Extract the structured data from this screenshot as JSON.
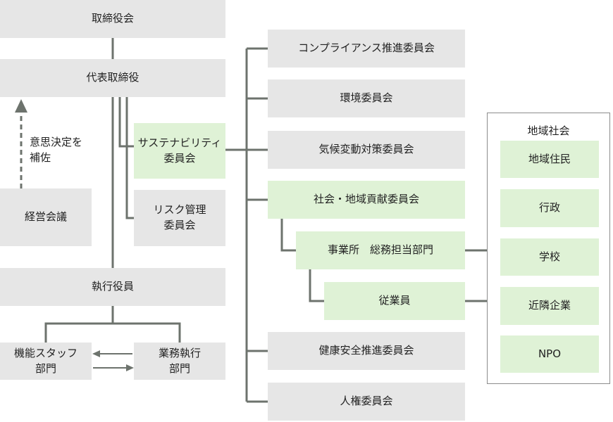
{
  "nodes": {
    "board": "取締役会",
    "president": "代表取締役",
    "advice_label": "意思決定を\n補佐",
    "management_meeting": "経営会議",
    "sustainability_committee": "サステナビリティ\n委員会",
    "risk_committee": "リスク管理\n委員会",
    "executive_officers": "執行役員",
    "staff_depts": "機能スタッフ\n部門",
    "business_depts": "業務執行\n部門"
  },
  "committees": {
    "compliance": "コンプライアンス推進委員会",
    "environment": "環境委員会",
    "climate": "気候変動対策委員会",
    "social": "社会・地域貢献委員会",
    "sites": "事業所　総務担当部門",
    "employees": "従業員",
    "health": "健康安全推進委員会",
    "human_rights": "人権委員会"
  },
  "community": {
    "title": "地域社会",
    "members": [
      "地域住民",
      "行政",
      "学校",
      "近隣企業",
      "NPO"
    ]
  },
  "colors": {
    "gray_box": "#e6e6e6",
    "green_box": "#dff2d6",
    "line": "#6d736d"
  }
}
